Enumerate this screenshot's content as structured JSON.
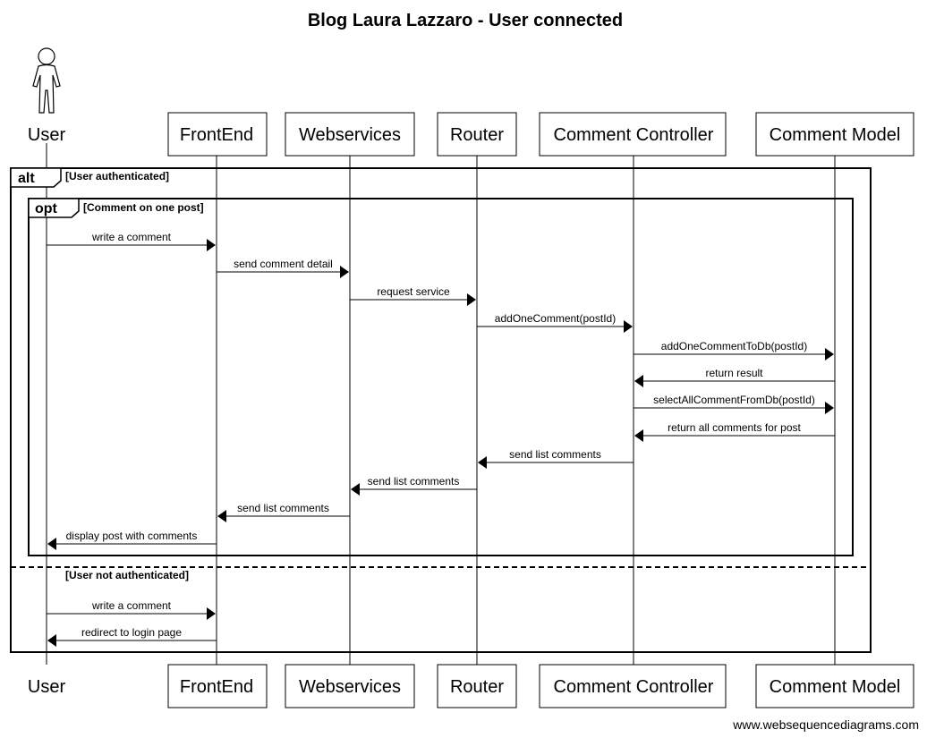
{
  "title": "Blog Laura Lazzaro - User connected",
  "participants": [
    {
      "id": "user",
      "label": "User",
      "kind": "actor"
    },
    {
      "id": "frontend",
      "label": "FrontEnd",
      "kind": "box"
    },
    {
      "id": "webservices",
      "label": "Webservices",
      "kind": "box"
    },
    {
      "id": "router",
      "label": "Router",
      "kind": "box"
    },
    {
      "id": "controller",
      "label": "Comment Controller",
      "kind": "box"
    },
    {
      "id": "model",
      "label": "Comment Model",
      "kind": "box"
    }
  ],
  "frames": {
    "alt": {
      "tag": "alt",
      "guard": "[User authenticated]",
      "else_guard": "[User not authenticated]"
    },
    "opt": {
      "tag": "opt",
      "guard": "[Comment on one post]"
    }
  },
  "messages": [
    {
      "from": "user",
      "to": "frontend",
      "label": "write a comment"
    },
    {
      "from": "frontend",
      "to": "webservices",
      "label": "send comment detail"
    },
    {
      "from": "webservices",
      "to": "router",
      "label": "request service"
    },
    {
      "from": "router",
      "to": "controller",
      "label": "addOneComment(postId)"
    },
    {
      "from": "controller",
      "to": "model",
      "label": "addOneCommentToDb(postId)"
    },
    {
      "from": "model",
      "to": "controller",
      "label": "return result"
    },
    {
      "from": "controller",
      "to": "model",
      "label": "selectAllCommentFromDb(postId)"
    },
    {
      "from": "model",
      "to": "controller",
      "label": "return all comments for post"
    },
    {
      "from": "controller",
      "to": "router",
      "label": "send list comments"
    },
    {
      "from": "router",
      "to": "webservices",
      "label": "send list comments"
    },
    {
      "from": "webservices",
      "to": "frontend",
      "label": "send list comments"
    },
    {
      "from": "frontend",
      "to": "user",
      "label": "display post with comments"
    },
    {
      "from": "user",
      "to": "frontend",
      "label": "write a comment"
    },
    {
      "from": "frontend",
      "to": "user",
      "label": "redirect to login page"
    }
  ],
  "watermark": "www.websequencediagrams.com"
}
